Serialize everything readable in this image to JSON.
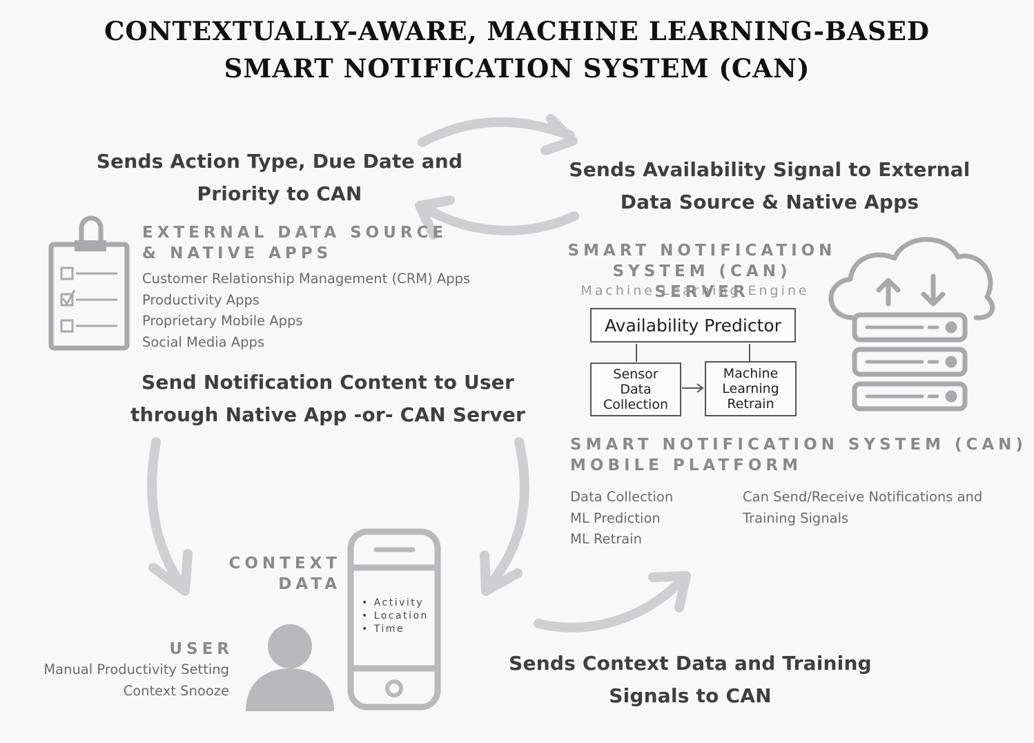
{
  "title": {
    "line1": "CONTEXTUALLY-AWARE, MACHINE LEARNING-BASED",
    "line2": "SMART NOTIFICATION SYSTEM (CAN)"
  },
  "captions": {
    "sends_action": [
      "Sends Action Type, Due Date and",
      "Priority to CAN"
    ],
    "sends_availability": [
      "Sends Availability Signal to External",
      "Data Source & Native Apps"
    ],
    "send_notification": [
      "Send Notification Content to User",
      "through Native App -or- CAN Server"
    ],
    "sends_context": [
      "Sends Context Data and Training",
      "Signals to CAN"
    ]
  },
  "external_source": {
    "heading": [
      "EXTERNAL DATA SOURCE",
      "& NATIVE APPS"
    ],
    "items": [
      "Customer Relationship Management (CRM) Apps",
      "Productivity Apps",
      "Proprietary Mobile Apps",
      "Social Media Apps"
    ]
  },
  "can_server": {
    "heading": [
      "SMART NOTIFICATION",
      "SYSTEM (CAN) SERVER"
    ],
    "subheading": "Machine Learning Engine",
    "availability_predictor": "Availability Predictor",
    "sensor_box": [
      "Sensor",
      "Data",
      "Collection"
    ],
    "ml_box": [
      "Machine",
      "Learning",
      "Retrain"
    ]
  },
  "mobile_platform": {
    "heading": [
      "SMART NOTIFICATION SYSTEM (CAN)",
      "MOBILE PLATFORM"
    ],
    "left_items": [
      "Data Collection",
      "ML Prediction",
      "ML Retrain"
    ],
    "right_items": [
      "Can Send/Receive Notifications and",
      "Training Signals"
    ]
  },
  "context_data": {
    "heading": [
      "CONTEXT",
      "DATA"
    ],
    "items": [
      "• Activity",
      "• Location",
      "• Time"
    ]
  },
  "user": {
    "heading": "USER",
    "items": [
      "Manual Productivity Setting",
      "Context Snooze"
    ]
  },
  "colors": {
    "arrow": "#cfcfd1",
    "icon": "#a9a9ab",
    "title": "#111111",
    "caption": "#3f3f3f"
  },
  "icons": [
    "clipboard-icon",
    "cloud-server-icon",
    "smartphone-icon",
    "user-icon"
  ]
}
